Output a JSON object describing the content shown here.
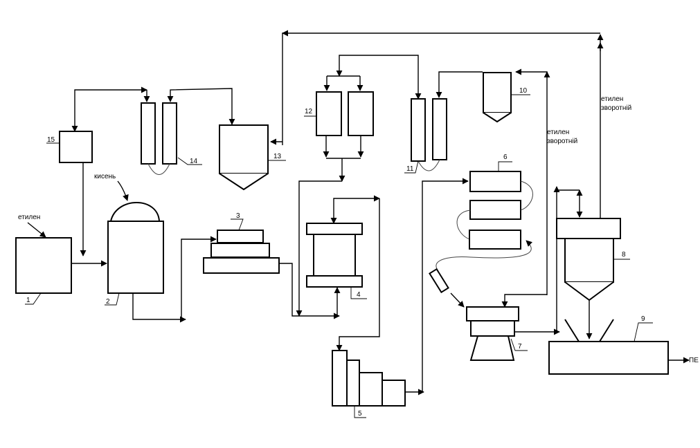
{
  "units": {
    "u1": "1",
    "u2": "2",
    "u3": "3",
    "u4": "4",
    "u5": "5",
    "u6": "6",
    "u7": "7",
    "u8": "8",
    "u9": "9",
    "u10": "10",
    "u11": "11",
    "u12": "12",
    "u13": "13",
    "u14": "14",
    "u15": "15"
  },
  "annotations": {
    "ethylene_feed": "етилен",
    "oxygen_feed": "кисень",
    "ethylene_return_1_line1": "етилен",
    "ethylene_return_1_line2": "зворотній",
    "ethylene_return_2_line1": "етилен",
    "ethylene_return_2_line2": "зворотній",
    "product_output": "ПЕ"
  }
}
